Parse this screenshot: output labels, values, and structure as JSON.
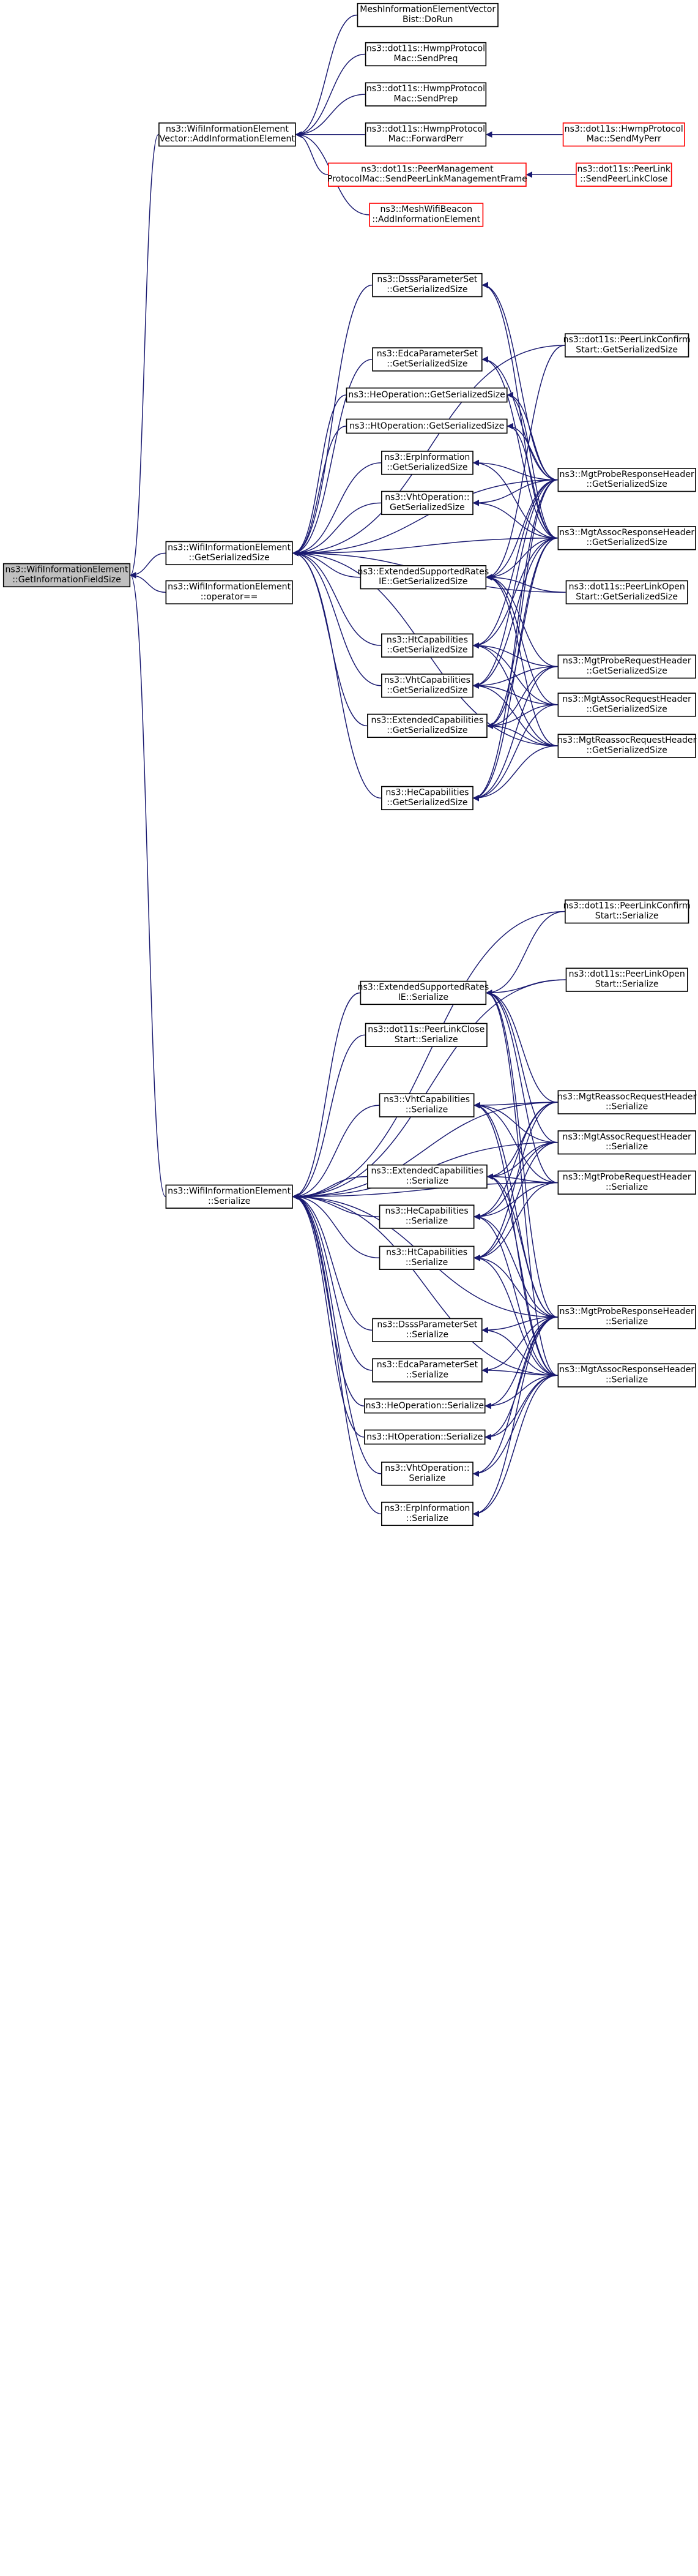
{
  "colors": {
    "edge": "#191970",
    "border": "#000000",
    "external_border": "#ff0000",
    "selected_fill": "#bfbfbf"
  },
  "nodes": {
    "root": {
      "l1": "ns3::WifiInformationElement",
      "l2": "::GetInformationFieldSize"
    },
    "gss": {
      "l1": "ns3::WifiInformationElement",
      "l2": "::GetSerializedSize"
    },
    "opeq": {
      "l1": "ns3::WifiInformationElement",
      "l2": "::operator=="
    },
    "ser": {
      "l1": "ns3::WifiInformationElement",
      "l2": "::Serialize"
    },
    "vaie": {
      "l1": "ns3::WifiInformationElement",
      "l2": "Vector::AddInformationElement"
    },
    "dorun": {
      "l1": "MeshInformationElementVector",
      "l2": "Bist::DoRun"
    },
    "sendpreq": {
      "l1": "ns3::dot11s::HwmpProtocol",
      "l2": "Mac::SendPreq"
    },
    "sendprep": {
      "l1": "ns3::dot11s::HwmpProtocol",
      "l2": "Mac::SendPrep"
    },
    "fwdperr": {
      "l1": "ns3::dot11s::HwmpProtocol",
      "l2": "Mac::ForwardPerr"
    },
    "sendmyperr": {
      "l1": "ns3::dot11s::HwmpProtocol",
      "l2": "Mac::SendMyPerr"
    },
    "peermgmt": {
      "l1": "ns3::dot11s::PeerManagement",
      "l2": "ProtocolMac::SendPeerLinkManagementFrame"
    },
    "sendplclose": {
      "l1": "ns3::dot11s::PeerLink",
      "l2": "::SendPeerLinkClose"
    },
    "meshbeacon": {
      "l1": "ns3::MeshWifiBeacon",
      "l2": "::AddInformationElement"
    },
    "dsss_g": {
      "l1": "ns3::DsssParameterSet",
      "l2": "::GetSerializedSize"
    },
    "edca_g": {
      "l1": "ns3::EdcaParameterSet",
      "l2": "::GetSerializedSize"
    },
    "heop_g": {
      "l1": "ns3::HeOperation::GetSerializedSize",
      "l2": ""
    },
    "htop_g": {
      "l1": "ns3::HtOperation::GetSerializedSize",
      "l2": ""
    },
    "erp_g": {
      "l1": "ns3::ErpInformation",
      "l2": "::GetSerializedSize"
    },
    "vhtop_g": {
      "l1": "ns3::VhtOperation::",
      "l2": "GetSerializedSize"
    },
    "esr_g": {
      "l1": "ns3::ExtendedSupportedRates",
      "l2": "IE::GetSerializedSize"
    },
    "htcap_g": {
      "l1": "ns3::HtCapabilities",
      "l2": "::GetSerializedSize"
    },
    "vhtcap_g": {
      "l1": "ns3::VhtCapabilities",
      "l2": "::GetSerializedSize"
    },
    "extcap_g": {
      "l1": "ns3::ExtendedCapabilities",
      "l2": "::GetSerializedSize"
    },
    "hecap_g": {
      "l1": "ns3::HeCapabilities",
      "l2": "::GetSerializedSize"
    },
    "plconf_g": {
      "l1": "ns3::dot11s::PeerLinkConfirm",
      "l2": "Start::GetSerializedSize"
    },
    "mprsp_g": {
      "l1": "ns3::MgtProbeResponseHeader",
      "l2": "::GetSerializedSize"
    },
    "marsp_g": {
      "l1": "ns3::MgtAssocResponseHeader",
      "l2": "::GetSerializedSize"
    },
    "plopen_g": {
      "l1": "ns3::dot11s::PeerLinkOpen",
      "l2": "Start::GetSerializedSize"
    },
    "mpreq_g": {
      "l1": "ns3::MgtProbeRequestHeader",
      "l2": "::GetSerializedSize"
    },
    "mareq_g": {
      "l1": "ns3::MgtAssocRequestHeader",
      "l2": "::GetSerializedSize"
    },
    "mrreq_g": {
      "l1": "ns3::MgtReassocRequestHeader",
      "l2": "::GetSerializedSize"
    },
    "esr_s": {
      "l1": "ns3::ExtendedSupportedRates",
      "l2": "IE::Serialize"
    },
    "plclose_s": {
      "l1": "ns3::dot11s::PeerLinkClose",
      "l2": "Start::Serialize"
    },
    "vhtcap_s": {
      "l1": "ns3::VhtCapabilities",
      "l2": "::Serialize"
    },
    "extcap_s": {
      "l1": "ns3::ExtendedCapabilities",
      "l2": "::Serialize"
    },
    "hecap_s": {
      "l1": "ns3::HeCapabilities",
      "l2": "::Serialize"
    },
    "htcap_s": {
      "l1": "ns3::HtCapabilities",
      "l2": "::Serialize"
    },
    "dsss_s": {
      "l1": "ns3::DsssParameterSet",
      "l2": "::Serialize"
    },
    "edca_s": {
      "l1": "ns3::EdcaParameterSet",
      "l2": "::Serialize"
    },
    "heop_s": {
      "l1": "ns3::HeOperation::Serialize",
      "l2": ""
    },
    "htop_s": {
      "l1": "ns3::HtOperation::Serialize",
      "l2": ""
    },
    "vhtop_s": {
      "l1": "ns3::VhtOperation::",
      "l2": "Serialize"
    },
    "erp_s": {
      "l1": "ns3::ErpInformation",
      "l2": "::Serialize"
    },
    "plconf_s": {
      "l1": "ns3::dot11s::PeerLinkConfirm",
      "l2": "Start::Serialize"
    },
    "plopen_s": {
      "l1": "ns3::dot11s::PeerLinkOpen",
      "l2": "Start::Serialize"
    },
    "mrreq_s": {
      "l1": "ns3::MgtReassocRequestHeader",
      "l2": "::Serialize"
    },
    "mareq_s": {
      "l1": "ns3::MgtAssocRequestHeader",
      "l2": "::Serialize"
    },
    "mpreq_s": {
      "l1": "ns3::MgtProbeRequestHeader",
      "l2": "::Serialize"
    },
    "mprsp_s": {
      "l1": "ns3::MgtProbeResponseHeader",
      "l2": "::Serialize"
    },
    "marsp_s": {
      "l1": "ns3::MgtAssocResponseHeader",
      "l2": "::Serialize"
    }
  }
}
